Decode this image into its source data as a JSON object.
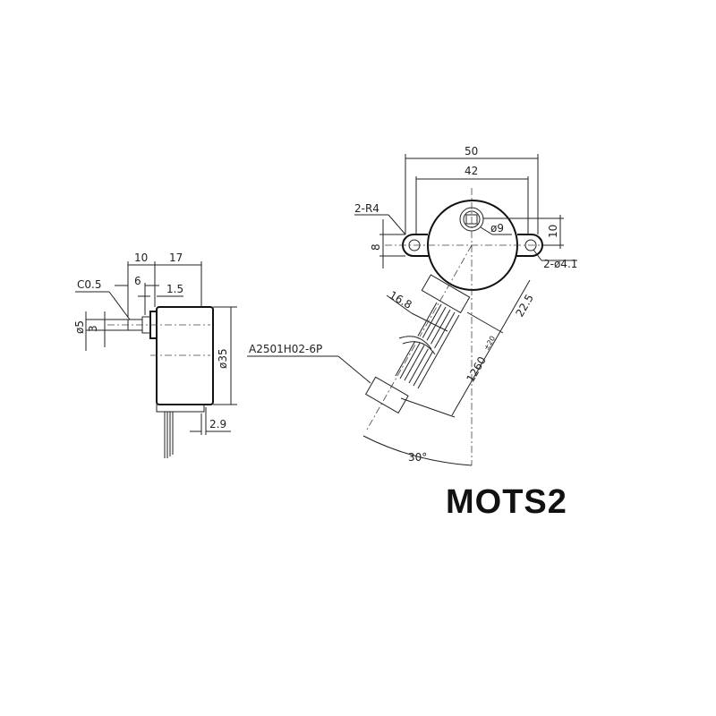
{
  "title": "MOTS2",
  "side_view": {
    "dimensions": {
      "shaft_len": "10",
      "body_depth": "17",
      "chamfer": "C0.5",
      "flange_offset": "6",
      "flange_thickness": "1.5",
      "shaft_diameter": "ø5",
      "shaft_flat": "3",
      "body_diameter": "ø35",
      "wire_offset": "2.9"
    }
  },
  "front_view": {
    "dimensions": {
      "overall_width": "50",
      "mount_hole_spacing": "42",
      "mount_tab_radius": "2-R4",
      "mount_tab_height": "8",
      "shaft_gear_diameter": "ø9",
      "shaft_offset": "10",
      "mount_hole_diameter": "2-ø4.1",
      "connector_width": "16.8",
      "connector_offset": "22.5",
      "wire_length": "1260",
      "wire_tolerance": "±20",
      "wire_angle": "30°"
    },
    "connector_label": "A2501H02-6P"
  }
}
